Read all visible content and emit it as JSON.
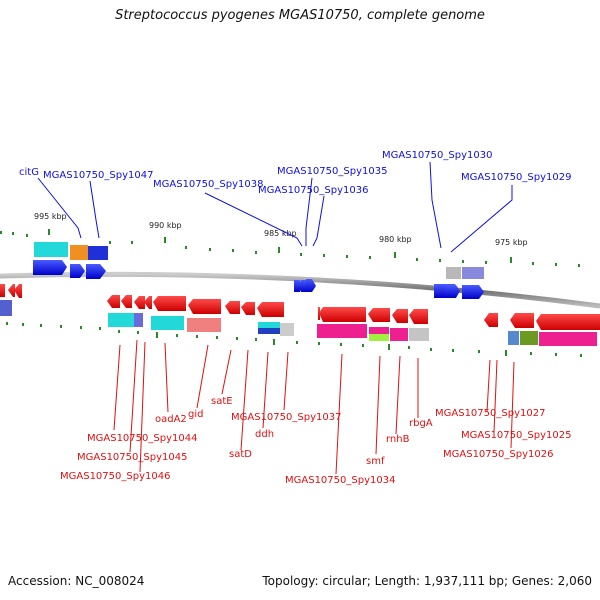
{
  "title": "Streptococcus pyogenes MGAS10750, complete genome",
  "footer": {
    "accession": "Accession: NC_008024",
    "topology": "Topology: circular; Length: 1,937,111 bp; Genes: 2,060"
  },
  "scale_labels": [
    "995 kbp",
    "990 kbp",
    "985 kbp",
    "980 kbp",
    "975 kbp"
  ],
  "top_labels": [
    "citG",
    "MGAS10750_Spy1047",
    "MGAS10750_Spy1038",
    "MGAS10750_Spy1035",
    "MGAS10750_Spy1036",
    "MGAS10750_Spy1030",
    "MGAS10750_Spy1029"
  ],
  "bottom_labels": [
    "oadA2",
    "gid",
    "satE",
    "satD",
    "ddh",
    "MGAS10750_Spy1037",
    "MGAS10750_Spy1044",
    "MGAS10750_Spy1045",
    "MGAS10750_Spy1046",
    "smf",
    "rnhB",
    "rbgA",
    "MGAS10750_Spy1034",
    "MGAS10750_Spy1027",
    "MGAS10750_Spy1025",
    "MGAS10750_Spy1026"
  ],
  "colors": {
    "forward_strand": "#1010e0",
    "reverse_strand": "#e01010",
    "backbone": "#888888",
    "tick": "#2a8a2a"
  }
}
